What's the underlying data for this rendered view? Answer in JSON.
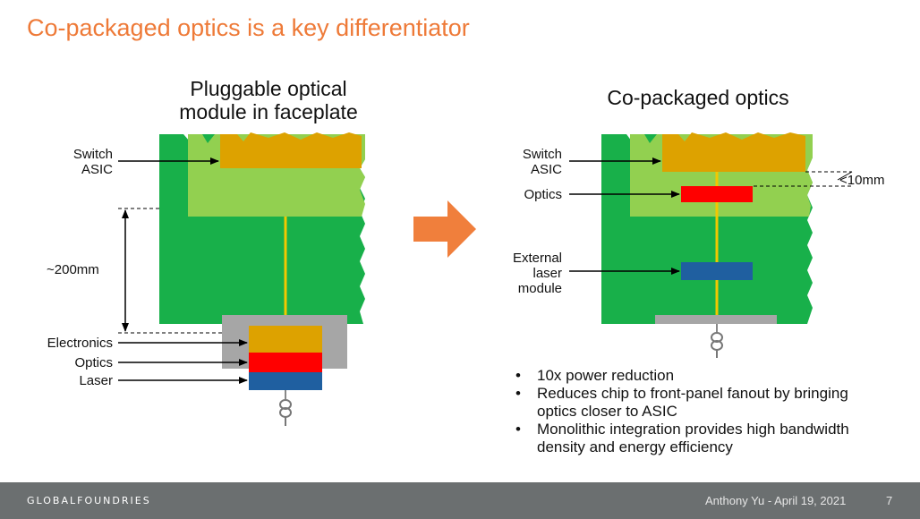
{
  "title": "Co-packaged optics is a key differentiator",
  "left": {
    "heading_line1": "Pluggable optical",
    "heading_line2": "module in faceplate",
    "label_switch_line1": "Switch",
    "label_switch_line2": "ASIC",
    "label_distance": "~200mm",
    "label_electronics": "Electronics",
    "label_optics": "Optics",
    "label_laser": "Laser"
  },
  "right": {
    "heading": "Co-packaged optics",
    "label_switch_line1": "Switch",
    "label_switch_line2": "ASIC",
    "label_optics": "Optics",
    "label_external_line1": "External",
    "label_external_line2": "laser",
    "label_external_line3": "module",
    "label_distance": "<10mm"
  },
  "bullets": [
    "10x power reduction",
    "Reduces chip to front-panel fanout by bringing optics closer to ASIC",
    "Monolithic integration provides high bandwidth density and energy efficiency"
  ],
  "bullet_symbol": "•",
  "footer": {
    "brand": "GLOBALFOUNDRIES",
    "author_date": "Anthony Yu - April 19, 2021",
    "page_number": "7"
  },
  "colors": {
    "title": "#ee7a38",
    "board_green": "#18b04a",
    "light_green": "#92d050",
    "asic_gold": "#dda200",
    "optics_red": "#ff0000",
    "laser_blue": "#1f5fa0",
    "module_gray": "#a6a6a6",
    "fiber_yellow": "#f2c800",
    "arrow_orange": "#f07f3c",
    "footer_gray": "#6b6f70"
  }
}
